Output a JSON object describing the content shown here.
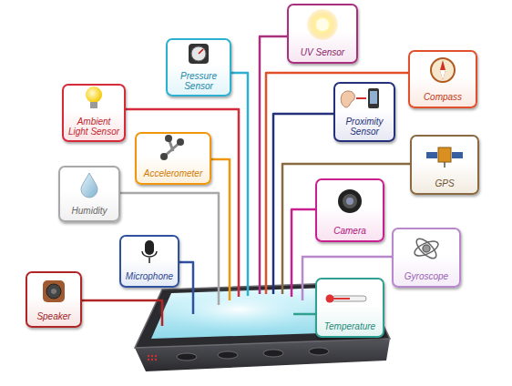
{
  "diagram": {
    "nodes": [
      {
        "text": [
          "UV Sensor"
        ]
      },
      {
        "text": [
          "Pressure Sensor"
        ]
      },
      {
        "text": [
          "Compass"
        ]
      },
      {
        "text": [
          "Ambient Light Sensor"
        ]
      },
      {
        "text": [
          "Proximity Sensor"
        ]
      },
      {
        "text": [
          "Accelerometer"
        ]
      },
      {
        "text": [
          "GPS"
        ]
      },
      {
        "text": [
          "Humidity"
        ]
      },
      {
        "text": [
          "Camera"
        ]
      },
      {
        "text": [
          "Microphone"
        ]
      },
      {
        "text": [
          "Gyroscope"
        ]
      },
      {
        "text": [
          "Speaker"
        ]
      },
      {
        "text": [
          "Temperature"
        ]
      }
    ]
  }
}
